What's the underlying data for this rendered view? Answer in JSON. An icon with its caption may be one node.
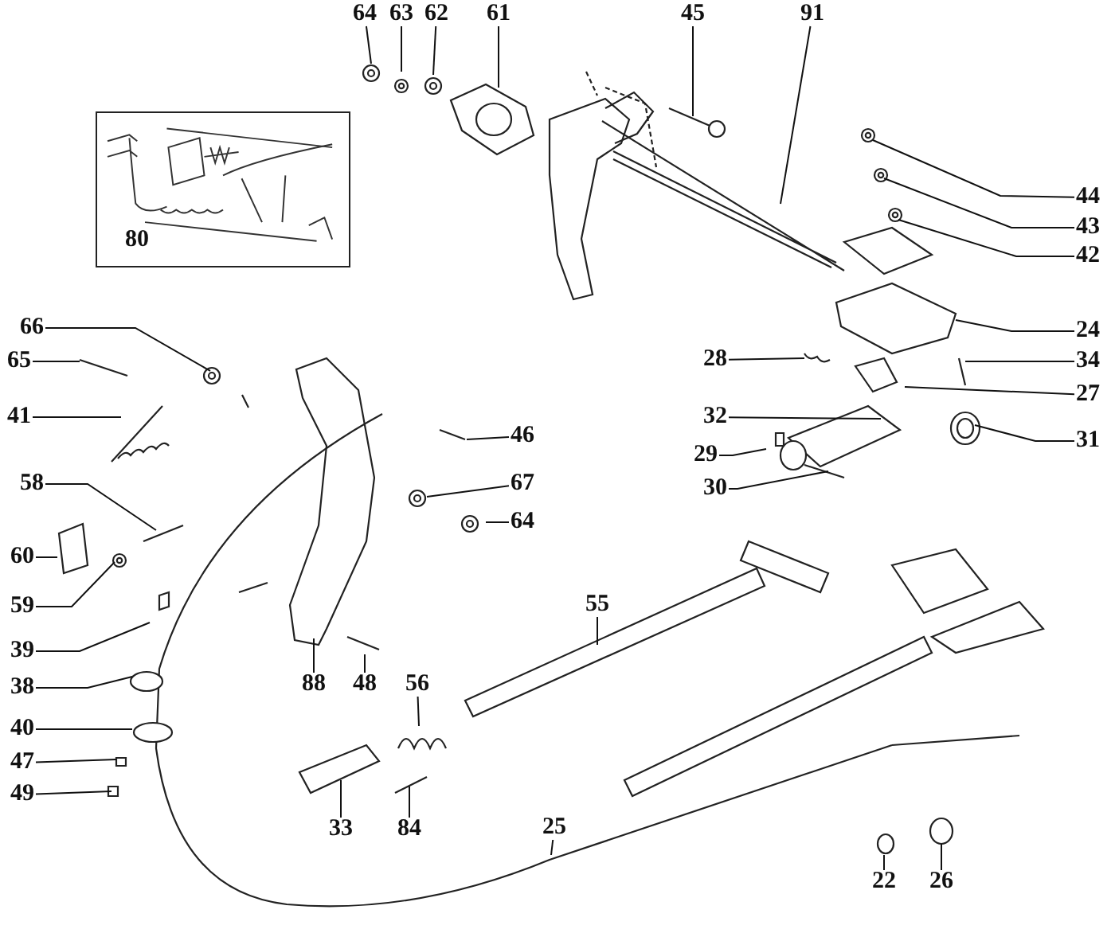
{
  "diagram": {
    "nodes": [
      {
        "text": [
          "64"
        ]
      },
      {
        "text": [
          "63"
        ]
      },
      {
        "text": [
          "62"
        ]
      },
      {
        "text": [
          "61"
        ]
      },
      {
        "text": [
          "45"
        ]
      },
      {
        "text": [
          "91"
        ]
      },
      {
        "text": [],
        "shape": "picture"
      },
      {
        "text": [
          "80"
        ],
        "in": 6
      },
      {
        "text": [
          "44"
        ]
      },
      {
        "text": [
          "43"
        ]
      },
      {
        "text": [
          "42"
        ]
      },
      {
        "text": [
          "66"
        ]
      },
      {
        "text": [
          "65"
        ]
      },
      {
        "text": [
          "24"
        ]
      },
      {
        "text": [
          "28"
        ]
      },
      {
        "text": [
          "34"
        ]
      },
      {
        "text": [
          "41"
        ]
      },
      {
        "text": [
          "27"
        ]
      },
      {
        "text": [
          "46"
        ]
      },
      {
        "text": [
          "32"
        ]
      },
      {
        "text": [
          "31"
        ]
      },
      {
        "text": [
          "29"
        ]
      },
      {
        "text": [
          "58"
        ]
      },
      {
        "text": [
          "67"
        ]
      },
      {
        "text": [
          "30"
        ]
      },
      {
        "text": [
          "64"
        ]
      },
      {
        "text": [
          "60"
        ]
      },
      {
        "text": [
          "59"
        ]
      },
      {
        "text": [
          "39"
        ]
      },
      {
        "text": [
          "38"
        ]
      },
      {
        "text": [
          "88"
        ]
      },
      {
        "text": [
          "48"
        ]
      },
      {
        "text": [
          "56"
        ]
      },
      {
        "text": [
          "40"
        ]
      },
      {
        "text": [
          "55"
        ]
      },
      {
        "text": [
          "47"
        ]
      },
      {
        "text": [
          "49"
        ]
      },
      {
        "text": [
          "33"
        ]
      },
      {
        "text": [
          "84"
        ]
      },
      {
        "text": [
          "25"
        ]
      },
      {
        "text": [
          "22"
        ]
      },
      {
        "text": [
          "26"
        ]
      }
    ],
    "edges": [
      {
        "from": 0,
        "to": null,
        "arrow": "none"
      },
      {
        "from": 1,
        "to": null,
        "arrow": "none"
      },
      {
        "from": 2,
        "to": null,
        "arrow": "none"
      },
      {
        "from": 3,
        "to": null,
        "arrow": "none"
      },
      {
        "from": 4,
        "to": null,
        "arrow": "none"
      },
      {
        "from": 5,
        "to": null,
        "arrow": "none"
      },
      {
        "from": 7,
        "to": null,
        "arrow": "none"
      },
      {
        "from": 8,
        "to": null,
        "arrow": "none"
      },
      {
        "from": 9,
        "to": null,
        "arrow": "none"
      },
      {
        "from": 10,
        "to": null,
        "arrow": "none"
      },
      {
        "from": 11,
        "to": null,
        "arrow": "none"
      },
      {
        "from": 12,
        "to": null,
        "arrow": "none"
      },
      {
        "from": 13,
        "to": null,
        "arrow": "none"
      },
      {
        "from": 14,
        "to": null,
        "arrow": "none"
      },
      {
        "from": 15,
        "to": null,
        "arrow": "none"
      },
      {
        "from": 16,
        "to": null,
        "arrow": "none"
      },
      {
        "from": 17,
        "to": null,
        "arrow": "none"
      },
      {
        "from": 18,
        "to": null,
        "arrow": "none"
      },
      {
        "from": 19,
        "to": null,
        "arrow": "none"
      },
      {
        "from": 20,
        "to": null,
        "arrow": "none"
      },
      {
        "from": 21,
        "to": null,
        "arrow": "none"
      },
      {
        "from": 22,
        "to": null,
        "arrow": "none"
      },
      {
        "from": 23,
        "to": null,
        "arrow": "none"
      },
      {
        "from": 24,
        "to": null,
        "arrow": "none"
      },
      {
        "from": 25,
        "to": null,
        "arrow": "none"
      },
      {
        "from": 26,
        "to": null,
        "arrow": "none"
      },
      {
        "from": 27,
        "to": null,
        "arrow": "none"
      },
      {
        "from": 28,
        "to": null,
        "arrow": "none"
      },
      {
        "from": 29,
        "to": null,
        "arrow": "none"
      },
      {
        "from": 30,
        "to": null,
        "arrow": "none"
      },
      {
        "from": 31,
        "to": null,
        "arrow": "none"
      },
      {
        "from": 32,
        "to": null,
        "arrow": "none"
      },
      {
        "from": 33,
        "to": null,
        "arrow": "none"
      },
      {
        "from": 34,
        "to": null,
        "arrow": "none"
      },
      {
        "from": 35,
        "to": null,
        "arrow": "none"
      },
      {
        "from": 36,
        "to": null,
        "arrow": "none"
      },
      {
        "from": 37,
        "to": null,
        "arrow": "none"
      },
      {
        "from": 38,
        "to": null,
        "arrow": "none"
      },
      {
        "from": 39,
        "to": null,
        "arrow": "none"
      },
      {
        "from": 40,
        "to": null,
        "arrow": "none"
      },
      {
        "from": 41,
        "to": null,
        "arrow": "none"
      }
    ]
  }
}
